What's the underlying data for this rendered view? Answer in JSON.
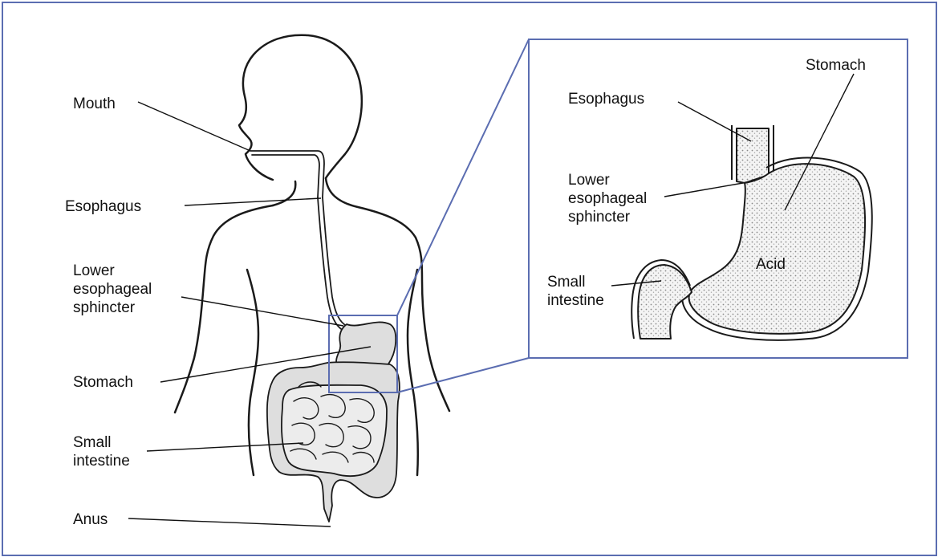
{
  "colors": {
    "frame": "#5b6db1",
    "outline": "#1a1a1a",
    "organ_fill": "#dedede",
    "stomach_fill": "#f2f2f2",
    "text": "#111111"
  },
  "body_labels": {
    "mouth": "Mouth",
    "esophagus": "Esophagus",
    "lower_esophageal_sphincter": "Lower\nesophageal\nsphincter",
    "stomach": "Stomach",
    "small_intestine": "Small\nintestine",
    "anus": "Anus"
  },
  "inset_labels": {
    "esophagus": "Esophagus",
    "stomach": "Stomach",
    "lower_esophageal_sphincter": "Lower\nesophageal\nsphincter",
    "acid": "Acid",
    "small_intestine": "Small\nintestine"
  }
}
